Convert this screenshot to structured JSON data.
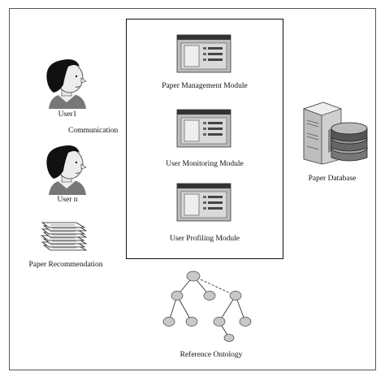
{
  "users": [
    {
      "label": "User1"
    },
    {
      "label": "User n"
    }
  ],
  "communication_label": "Communication",
  "paper_recommendation_label": "Paper Recommendation",
  "modules": [
    {
      "label": "Paper Management Module"
    },
    {
      "label": "User Monitoring Module"
    },
    {
      "label": "User Profiling Module"
    }
  ],
  "paper_database_label": "Paper Database",
  "reference_ontology_label": "Reference Ontology"
}
